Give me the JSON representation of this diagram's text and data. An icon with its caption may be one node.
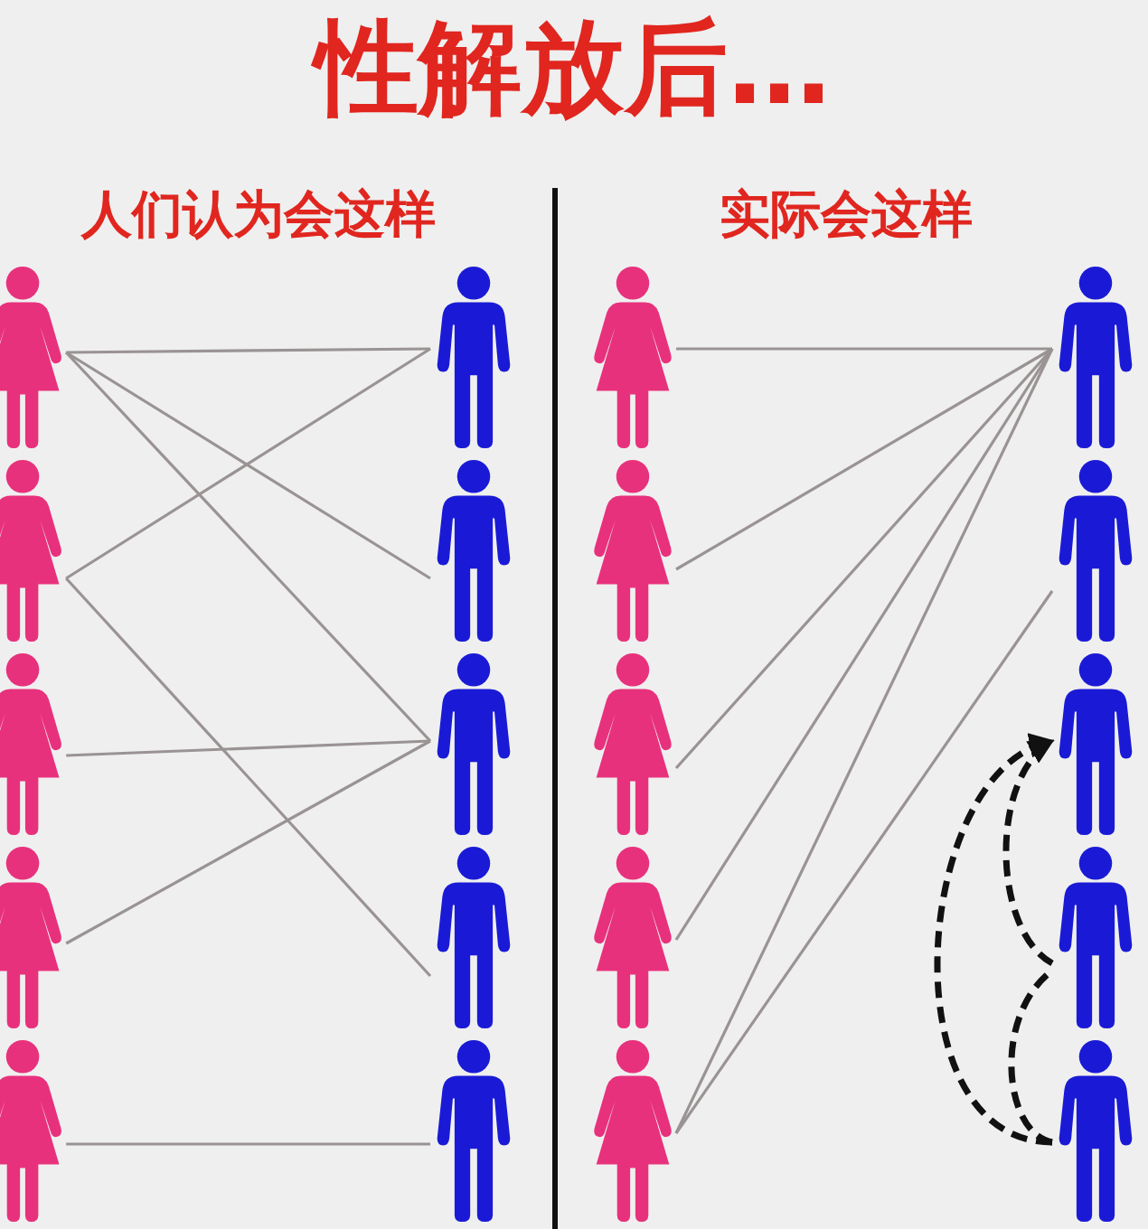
{
  "diagram": {
    "title": "性解放后…",
    "nodes": [
      {
        "text": [],
        "shape": "person"
      },
      {
        "text": [],
        "shape": "person"
      },
      {
        "text": [],
        "shape": "person"
      },
      {
        "text": [],
        "shape": "person"
      },
      {
        "text": [],
        "shape": "person"
      },
      {
        "text": [],
        "shape": "person"
      },
      {
        "text": [],
        "shape": "person"
      },
      {
        "text": [],
        "shape": "person"
      },
      {
        "text": [],
        "shape": "person"
      },
      {
        "text": [],
        "shape": "person"
      },
      {
        "text": [],
        "shape": "person"
      },
      {
        "text": [],
        "shape": "person"
      },
      {
        "text": [],
        "shape": "person"
      },
      {
        "text": [],
        "shape": "person"
      },
      {
        "text": [],
        "shape": "person"
      },
      {
        "text": [],
        "shape": "person"
      },
      {
        "text": [],
        "shape": "person"
      },
      {
        "text": [],
        "shape": "person"
      },
      {
        "text": [],
        "shape": "person"
      },
      {
        "text": [],
        "shape": "person"
      }
    ],
    "edges": [
      {
        "from": 0,
        "to": 5,
        "arrow": "none"
      },
      {
        "from": 0,
        "to": 6,
        "arrow": "none"
      },
      {
        "from": 0,
        "to": 7,
        "arrow": "none"
      },
      {
        "from": 1,
        "to": 5,
        "arrow": "none"
      },
      {
        "from": 1,
        "to": 8,
        "arrow": "none"
      },
      {
        "from": 2,
        "to": 7,
        "arrow": "none"
      },
      {
        "from": 3,
        "to": 7,
        "arrow": "none"
      },
      {
        "from": 4,
        "to": 9,
        "arrow": "none"
      },
      {
        "from": 10,
        "to": 15,
        "arrow": "none"
      },
      {
        "from": 11,
        "to": 15,
        "arrow": "none"
      },
      {
        "from": 12,
        "to": 15,
        "arrow": "none"
      },
      {
        "from": 13,
        "to": 15,
        "arrow": "none"
      },
      {
        "from": 14,
        "to": 15,
        "arrow": "none"
      },
      {
        "from": 14,
        "to": 16,
        "arrow": "none"
      },
      {
        "from": 19,
        "to": 17,
        "arrow": "to",
        "style": "dashed",
        "color": "#111111"
      },
      {
        "from": 18,
        "to": 17,
        "arrow": "to",
        "style": "dashed",
        "color": "#111111"
      },
      {
        "from": 19,
        "to": 18,
        "arrow": "none",
        "style": "dashed",
        "color": "#111111"
      }
    ],
    "labels": [
      "人们认为会这样",
      "实际会这样"
    ]
  }
}
